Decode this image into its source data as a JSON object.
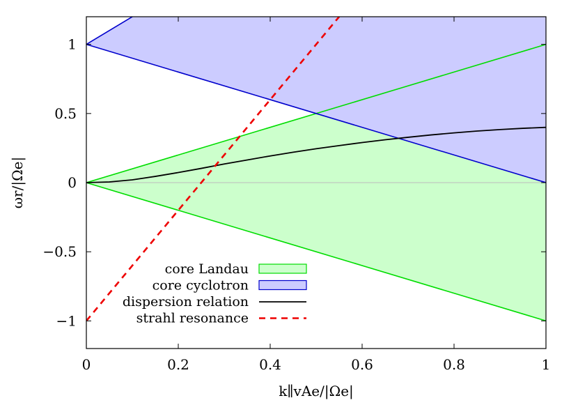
{
  "chart_data": {
    "type": "area",
    "xlabel": "k∥vAe/|Ωe|",
    "ylabel": "ωr/|Ωe|",
    "xlim": [
      0,
      1
    ],
    "ylim": [
      -1.2,
      1.2
    ],
    "xticks": [
      0,
      0.2,
      0.4,
      0.6,
      0.8,
      1
    ],
    "xtick_labels": [
      "0",
      "0.2",
      "0.4",
      "0.6",
      "0.8",
      "1"
    ],
    "yticks": [
      -1,
      -0.5,
      0,
      0.5,
      1
    ],
    "ytick_labels": [
      "−1",
      "−0.5",
      "0",
      "0.5",
      "1"
    ],
    "legend_position": "bottom-left",
    "series": [
      {
        "name": "core Landau",
        "kind": "band",
        "color": "#00dd00",
        "fill": "#ccffcc",
        "upper": {
          "x": [
            0,
            1
          ],
          "y": [
            0,
            1
          ]
        },
        "lower": {
          "x": [
            0,
            1
          ],
          "y": [
            0,
            -1
          ]
        }
      },
      {
        "name": "core cyclotron",
        "kind": "band",
        "color": "#0000cc",
        "fill": "#ccccff",
        "upper": {
          "x": [
            0,
            1
          ],
          "y": [
            1,
            3
          ]
        },
        "lower": {
          "x": [
            0,
            1
          ],
          "y": [
            1,
            0
          ]
        }
      },
      {
        "name": "dispersion relation",
        "kind": "line",
        "color": "#000000",
        "x": [
          0,
          0.05,
          0.1,
          0.15,
          0.2,
          0.25,
          0.3,
          0.35,
          0.4,
          0.45,
          0.5,
          0.55,
          0.6,
          0.65,
          0.7,
          0.75,
          0.8,
          0.85,
          0.9,
          0.95,
          1
        ],
        "y": [
          0,
          0.005,
          0.02,
          0.045,
          0.073,
          0.103,
          0.135,
          0.164,
          0.193,
          0.22,
          0.245,
          0.268,
          0.29,
          0.31,
          0.328,
          0.345,
          0.36,
          0.373,
          0.384,
          0.393,
          0.4
        ]
      },
      {
        "name": "strahl resonance",
        "kind": "line",
        "dashed": true,
        "color": "#ee0000",
        "x": [
          0,
          0.55
        ],
        "y": [
          -1,
          1.2
        ]
      }
    ],
    "hline": {
      "y": 0,
      "color": "#bbbbbb"
    }
  }
}
